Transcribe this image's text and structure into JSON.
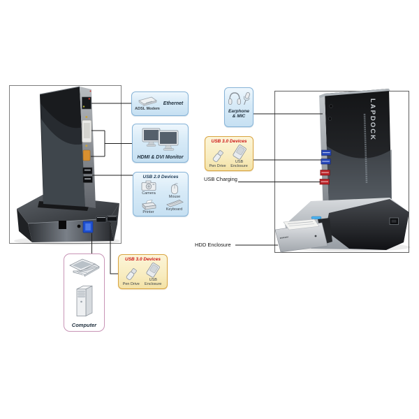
{
  "brand": {
    "vertical": "LAPDOCK"
  },
  "callouts": {
    "ethernet": {
      "device_label": "ADSL Modem",
      "port_label": "Ethernet"
    },
    "monitor": {
      "label": "HDMI & DVI Monitor"
    },
    "usb2": {
      "title": "USB 2.0 Devices",
      "items": [
        "Camera",
        "Mouse",
        "Printer",
        "Keyboard"
      ]
    },
    "usb3_left": {
      "title": "USB 3.0 Devices",
      "items": [
        "Pen Drive",
        "USB Enclosure"
      ]
    },
    "usb3_right": {
      "title": "USB 3.0 Devices",
      "items": [
        "Pen Drive",
        "USB Enclosure"
      ]
    },
    "earphone": {
      "line1": "Earphone",
      "line2": "& MIC"
    },
    "computer": {
      "label": "Computer"
    }
  },
  "labels": {
    "usb_charging": "USB Charging",
    "hdd_enclosure": "HDD Enclosure"
  },
  "colors": {
    "callout_blue_border": "#86b3d7",
    "callout_blue_bg": "#d7eaf7",
    "callout_yellow_border": "#d9a441",
    "callout_yellow_bg": "#f8ecc0",
    "callout_pink_border": "#c894b6",
    "usb3_title_red": "#cc1414",
    "usb3_port_blue": "#2547b8",
    "usb_charging_port_red": "#bb2429",
    "hdmi_port_orange": "#d9902f",
    "usb_b_port_blue": "#1e4fd0",
    "led_blue": "#49b0ee"
  }
}
